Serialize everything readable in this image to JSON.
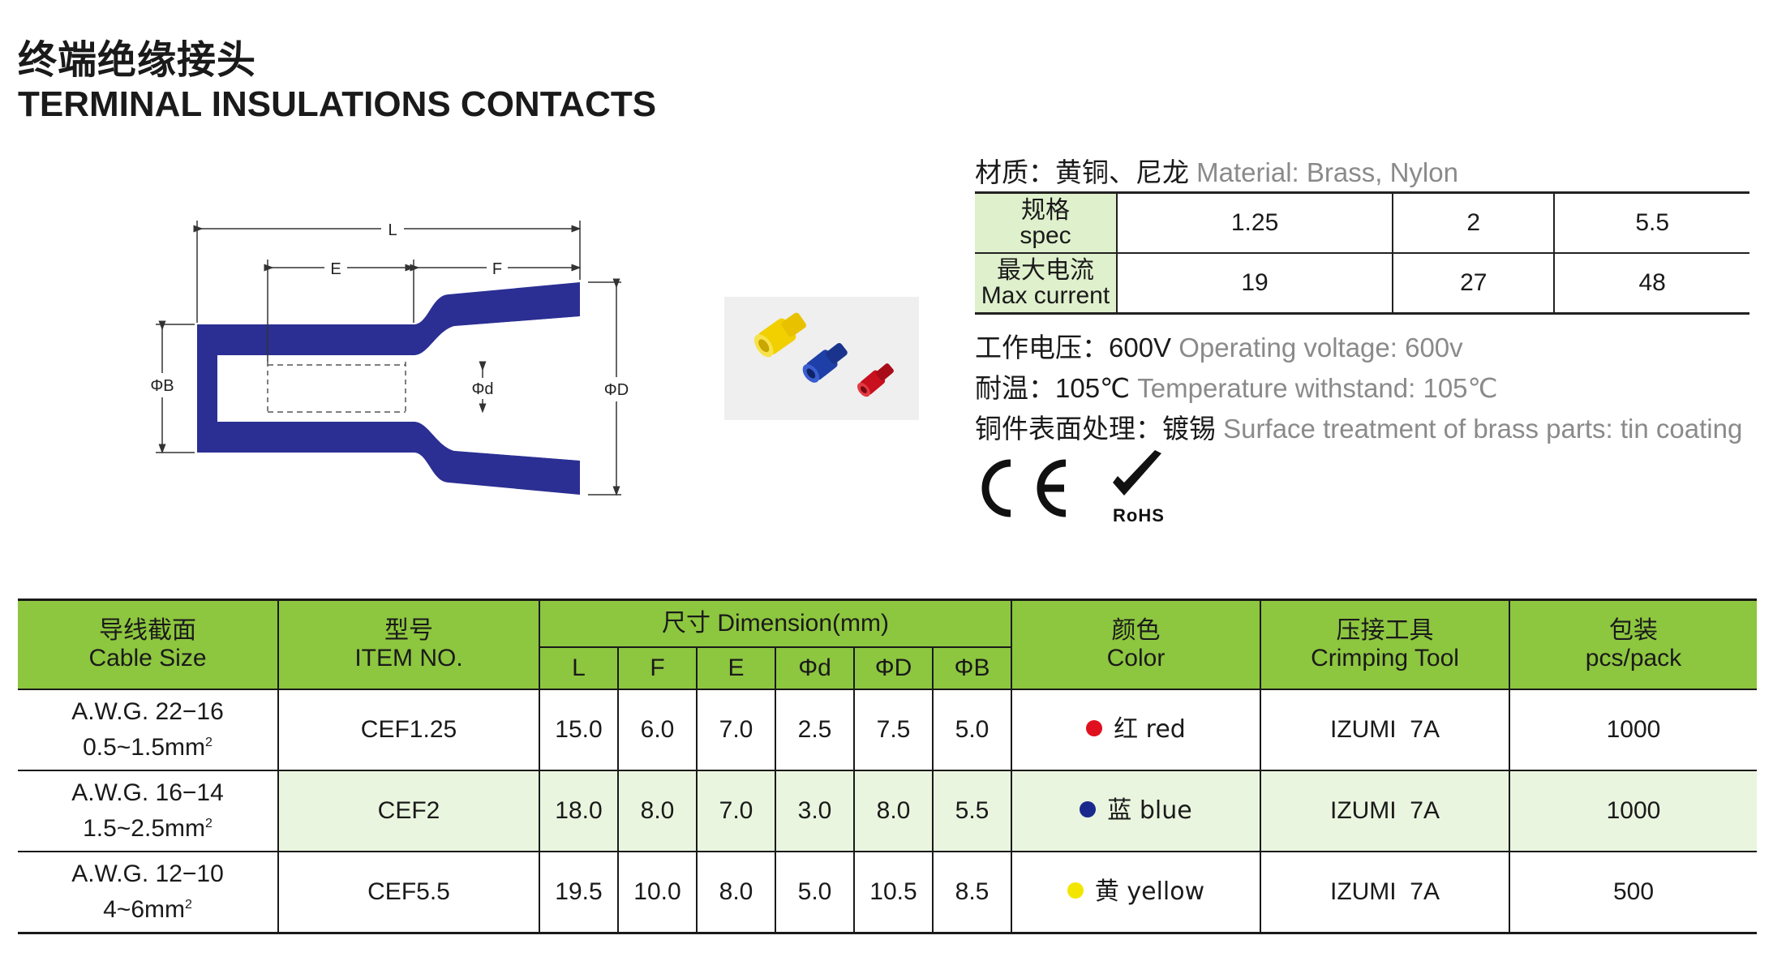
{
  "header": {
    "title_cn": "终端绝缘接头",
    "title_en": "TERMINAL INSULATIONS CONTACTS"
  },
  "diagram": {
    "labels": {
      "L": "L",
      "E": "E",
      "F": "F",
      "phiB": "ΦB",
      "phid": "Φd",
      "phiD": "ΦD"
    },
    "colors": {
      "body": "#2b2f93",
      "dim_line": "#333333"
    }
  },
  "specs": {
    "material": {
      "cn": "材质：黄铜、尼龙",
      "en": "Material: Brass, Nylon"
    },
    "table": {
      "row1_label_cn": "规格",
      "row1_label_en": "spec",
      "row1_values": [
        "1.25",
        "2",
        "5.5"
      ],
      "row2_label_cn": "最大电流",
      "row2_label_en": "Max current",
      "row2_values": [
        "19",
        "27",
        "48"
      ]
    },
    "voltage": {
      "cn": "工作电压：",
      "val": "600V",
      "en": "Operating voltage: 600v"
    },
    "temperature": {
      "cn": "耐温：",
      "val": "105℃",
      "en": "Temperature withstand: 105℃"
    },
    "surface": {
      "cn": "铜件表面处理：镀锡",
      "en": "Surface treatment of brass parts: tin coating"
    }
  },
  "logos": {
    "ce": "CE",
    "rohs": "RoHS"
  },
  "table": {
    "headers": {
      "cable_cn": "导线截面",
      "cable_en": "Cable Size",
      "item_cn": "型号",
      "item_en": "ITEM NO.",
      "dim": "尺寸 Dimension(mm)",
      "color_cn": "颜色",
      "color_en": "Color",
      "tool_cn": "压接工具",
      "tool_en": "Crimping Tool",
      "pack_cn": "包装",
      "pack_en": "pcs/pack",
      "sub": [
        "L",
        "F",
        "E",
        "Φd",
        "ΦD",
        "ΦB"
      ]
    },
    "rows": [
      {
        "awg": "A.W.G. 22−16",
        "mm_range": "0.5~1.5mm",
        "sup": "2",
        "item": "CEF1.25",
        "dims": [
          "15.0",
          "6.0",
          "7.0",
          "2.5",
          "7.5",
          "5.0"
        ],
        "color_label": "红 red",
        "color_hex": "#e0101e",
        "tool": "IZUMI  7A",
        "pack": "1000"
      },
      {
        "awg": "A.W.G. 16−14",
        "mm_range": "1.5~2.5mm",
        "sup": "2",
        "item": "CEF2",
        "dims": [
          "18.0",
          "8.0",
          "7.0",
          "3.0",
          "8.0",
          "5.5"
        ],
        "color_label": "蓝 blue",
        "color_hex": "#1a2a8c",
        "tool": "IZUMI  7A",
        "pack": "1000"
      },
      {
        "awg": "A.W.G. 12−10",
        "mm_range": "4~6mm",
        "sup": "2",
        "item": "CEF5.5",
        "dims": [
          "19.5",
          "10.0",
          "8.0",
          "5.0",
          "10.5",
          "8.5"
        ],
        "color_label": "黄 yellow",
        "color_hex": "#f2e600",
        "tool": "IZUMI  7A",
        "pack": "500"
      }
    ]
  }
}
